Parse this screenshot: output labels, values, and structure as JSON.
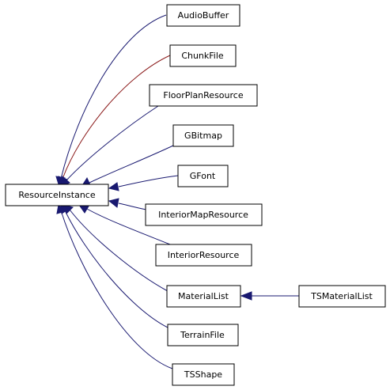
{
  "diagram": {
    "nodes": {
      "resource_instance": "ResourceInstance",
      "audio_buffer": "AudioBuffer",
      "chunk_file": "ChunkFile",
      "floor_plan_resource": "FloorPlanResource",
      "gbitmap": "GBitmap",
      "gfont": "GFont",
      "interior_map_resource": "InteriorMapResource",
      "interior_resource": "InteriorResource",
      "material_list": "MaterialList",
      "ts_material_list": "TSMaterialList",
      "terrain_file": "TerrainFile",
      "ts_shape": "TSShape"
    },
    "colors": {
      "edge": "#191970",
      "edge_highlight": "#8b1a1a",
      "arrowhead": "#191970",
      "node_border": "#000000",
      "node_fill": "#ffffff"
    }
  }
}
